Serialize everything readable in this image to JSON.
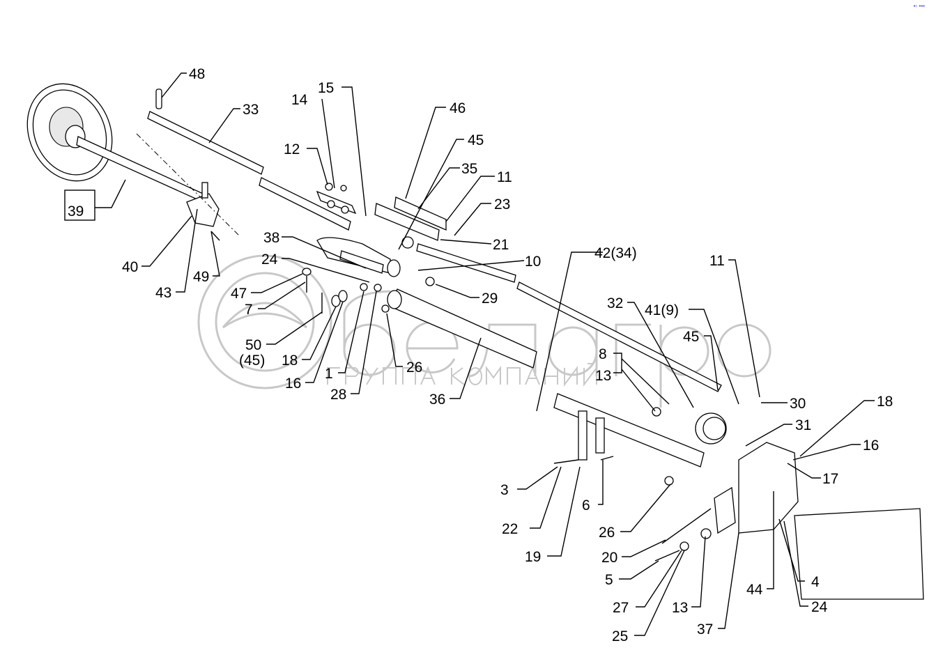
{
  "watermark": {
    "brand": "белагро",
    "subtitle": "ГРУППА КОМПАНИЙ"
  },
  "corner_mark": "▪▫ ▪▪▪",
  "callouts": [
    "48",
    "33",
    "15",
    "14",
    "46",
    "45",
    "12",
    "35",
    "11",
    "23",
    "39",
    "38",
    "21",
    "24",
    "10",
    "42(34)",
    "40",
    "49",
    "47",
    "43",
    "29",
    "7",
    "32",
    "41(9)",
    "11",
    "45",
    "50",
    "(45)",
    "18",
    "26",
    "1",
    "16",
    "28",
    "36",
    "8",
    "13",
    "30",
    "18",
    "31",
    "16",
    "17",
    "3",
    "6",
    "22",
    "26",
    "19",
    "20",
    "5",
    "4",
    "44",
    "24",
    "27",
    "13",
    "37",
    "25"
  ]
}
